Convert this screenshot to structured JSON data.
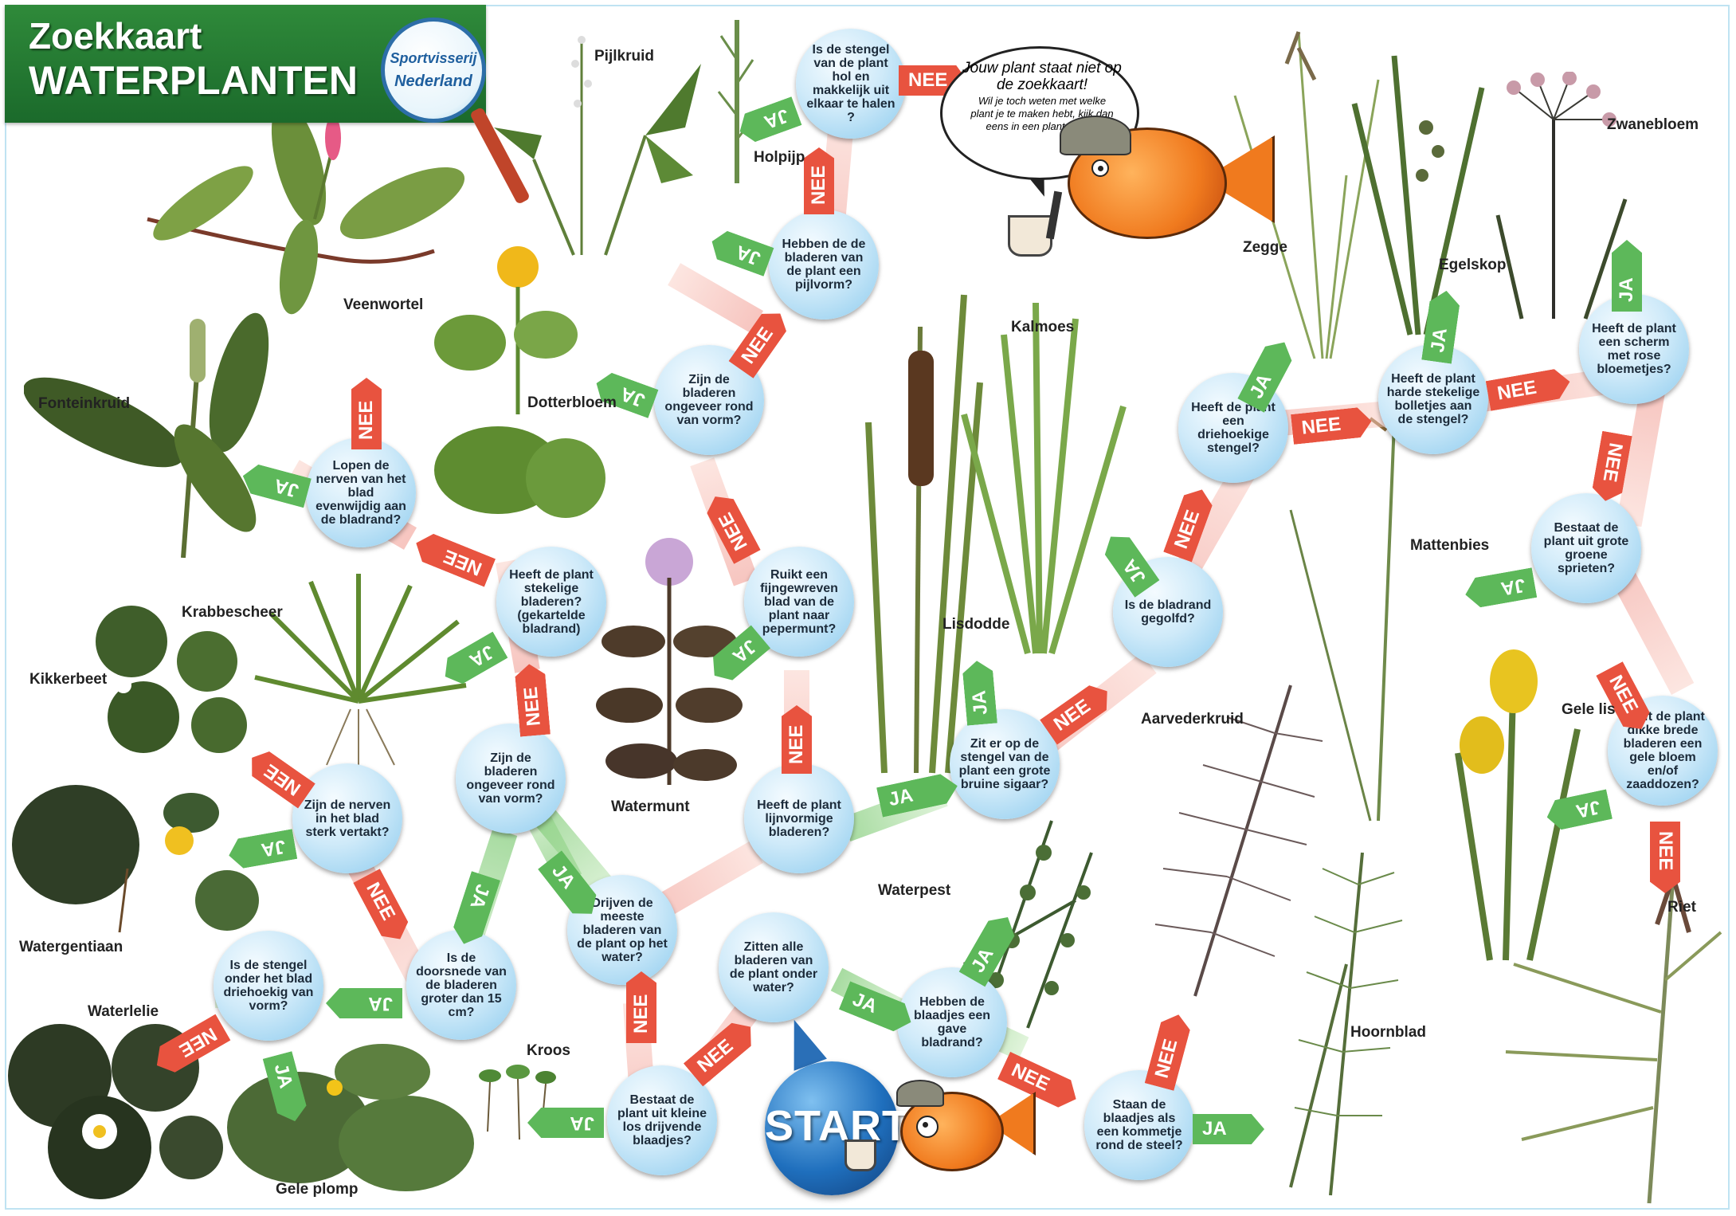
{
  "title": {
    "line1": "Zoekkaart",
    "line2": "WATERPLANTEN"
  },
  "logo": {
    "line1": "Sportvisserij",
    "line2": "Nederland"
  },
  "start_label": "START",
  "answers": {
    "yes": "JA",
    "no": "NEE"
  },
  "speech_bubble": {
    "main": "Jouw plant staat niet op de zoekkaart!",
    "sub": "Wil je toch weten met welke plant je te maken hebt, kijk dan eens in een plantengids."
  },
  "questions": {
    "q_holpijp": "Is de stengel van de plant hol en makkelijk uit elkaar te halen ?",
    "q_pijlvorm": "Hebben de de bladeren van de plant een pijlvorm?",
    "q_rond_boven": "Zijn de bladeren ongeveer rond van vorm?",
    "q_peper": "Ruikt een fijngewreven blad van de plant naar pepermunt?",
    "q_lijnvormig": "Heeft de plant lijnvormige bladeren?",
    "q_sigaar": "Zit er op de stengel van de plant een grote bruine sigaar?",
    "q_gegolfd": "Is de bladrand gegolfd?",
    "q_driehoekig": "Heeft de plant een driehoekige stengel?",
    "q_bolletjes": "Heeft de plant harde stekelige bolletjes aan de stengel?",
    "q_scherm": "Heeft de plant een scherm met rose bloemetjes?",
    "q_sprieten": "Bestaat de plant uit grote groene sprieten?",
    "q_dikke": "Heeft de plant dikke brede bladeren een gele bloem en/of zaaddozen?",
    "q_nerven_evenwijdig": "Lopen de nerven van het blad evenwijdig aan de bladrand?",
    "q_stekelig": "Heeft de plant stekelige bladeren? (gekartelde bladrand)",
    "q_rond_midden": "Zijn de bladeren ongeveer rond van vorm?",
    "q_vertakt": "Zijn de nerven in het blad sterk vertakt?",
    "q_doorsnede": "Is de doorsnede van de bladeren groter dan 15 cm?",
    "q_stengel_driehoekig": "Is de stengel onder het blad driehoekig van vorm?",
    "q_drijven": "Drijven de meeste bladeren van de plant op het water?",
    "q_onder_water": "Zitten alle bladeren van de plant onder water?",
    "q_gave": "Hebben de blaadjes een gave bladrand?",
    "q_kommetje": "Staan de blaadjes als een kommetje rond de steel?",
    "q_kroos": "Bestaat de plant uit kleine los drijvende blaadjes?"
  },
  "plants": {
    "pijlkruid": "Pijlkruid",
    "holpijp": "Holpijp",
    "veenwortel": "Veenwortel",
    "fonteinkruid": "Fonteinkruid",
    "dotterbloem": "Dotterbloem",
    "krabbescheer": "Krabbescheer",
    "kikkerbeet": "Kikkerbeet",
    "watermunt": "Watermunt",
    "watergentiaan": "Watergentiaan",
    "waterlelie": "Waterlelie",
    "gele_plomp": "Gele plomp",
    "kroos": "Kroos",
    "waterpest": "Waterpest",
    "hoornblad": "Hoornblad",
    "aarvederkruid": "Aarvederkruid",
    "lisdodde": "Lisdodde",
    "kalmoes": "Kalmoes",
    "zegge": "Zegge",
    "egelskop": "Egelskop",
    "zwanebloem": "Zwanebloem",
    "mattenbies": "Mattenbies",
    "gele_lis": "Gele lis",
    "riet": "Riet"
  },
  "colors": {
    "ja": "#5db85a",
    "nee": "#e8533f",
    "title": "#1b6a2b",
    "bubble_blue": "#8ccbee"
  }
}
